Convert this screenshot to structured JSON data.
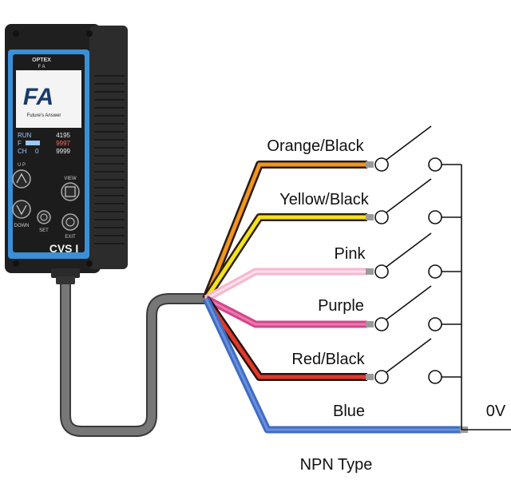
{
  "device": {
    "brand": "OPTEX",
    "brand_sub": "F A",
    "logo_text": "FA",
    "logo_tagline": "Future's Answer",
    "model": "CVS I",
    "screen_rows": [
      {
        "left": "RUN",
        "right": "4195"
      },
      {
        "left": "F",
        "right": "9997"
      },
      {
        "left": "CH",
        "right": "9999",
        "mid": "0"
      }
    ],
    "buttons": {
      "up": "U P",
      "down": "DOWN",
      "set": "SET",
      "exit": "EXIT",
      "view": "VIEW"
    }
  },
  "wires": [
    {
      "label": "Orange/Black",
      "color": "#f0961e",
      "stripe": "#2a1a10"
    },
    {
      "label": "Yellow/Black",
      "color": "#f4e21c",
      "stripe": "#2a2010"
    },
    {
      "label": "Pink",
      "color": "#f6b8cf",
      "stripe": ""
    },
    {
      "label": "Purple",
      "color": "#d6448a",
      "stripe": ""
    },
    {
      "label": "Red/Black",
      "color": "#e03a2a",
      "stripe": "#2a1210"
    },
    {
      "label": "Blue",
      "color": "#3f6cc4",
      "stripe": ""
    }
  ],
  "common_label": "0V",
  "caption": "NPN Type",
  "colors": {
    "cable": "#5a5a5a",
    "device_body": "#262626",
    "device_panel": "#3b8fd6",
    "line": "#111111"
  }
}
